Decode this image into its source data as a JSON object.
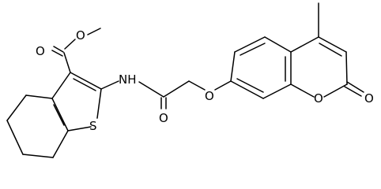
{
  "molecule": {
    "atom_labels": {
      "carbonyl_o": "O",
      "ester_o": "O",
      "amide_n": "NH",
      "thiophene_s": "S",
      "amide_o": "O",
      "ether_o": "O",
      "ring_o": "O",
      "lactone_o": "O"
    }
  },
  "style": {
    "bond_color": "#000000",
    "label_color": "#000000",
    "background": "#ffffff"
  }
}
